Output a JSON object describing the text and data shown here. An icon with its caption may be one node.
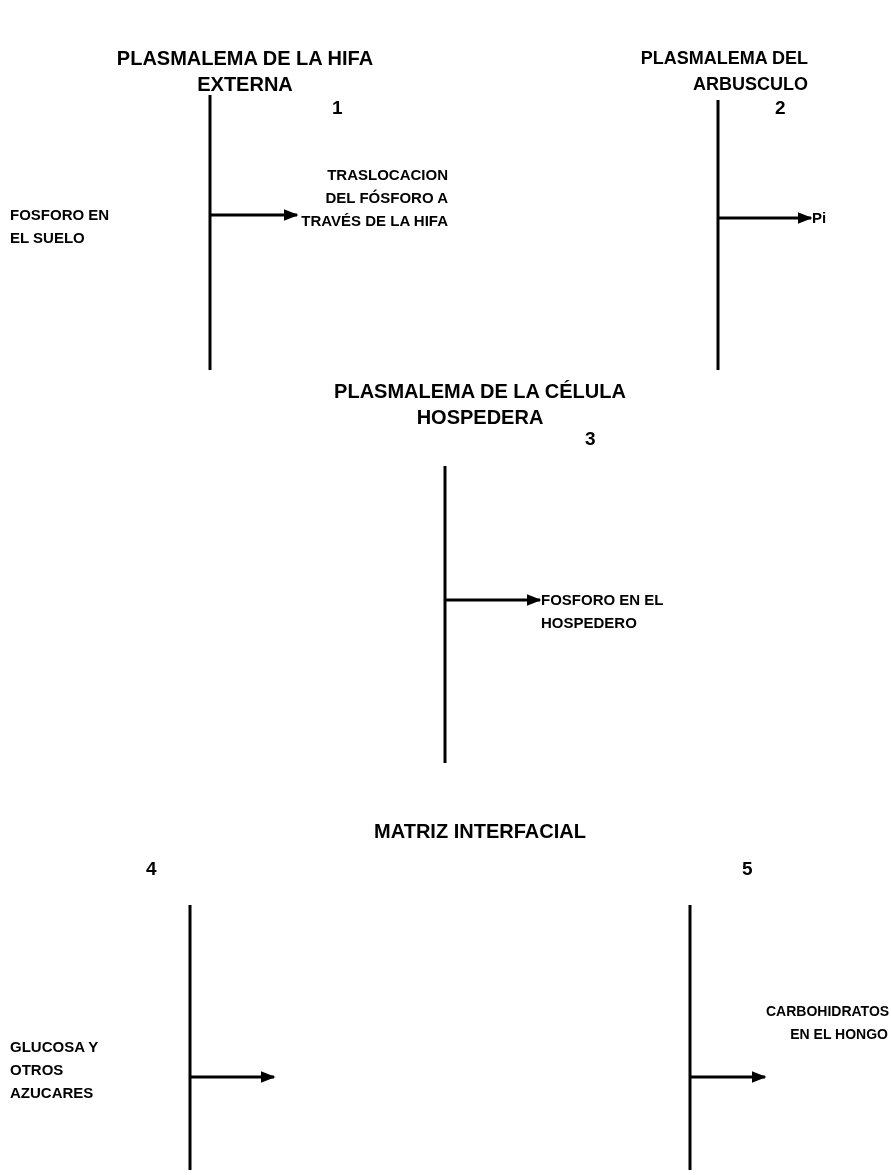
{
  "diagram": {
    "nodes": [
      {
        "text": [
          "PLASMALEMA DE LA HIFA EXTERNA",
          "1"
        ]
      },
      {
        "text": [
          "FOSFORO EN EL SUELO"
        ]
      },
      {
        "text": [
          "TRASLOCACION DEL FÓSFORO A TRAVÉS DE LA HIFA"
        ]
      },
      {
        "text": [
          "PLASMALEMA DEL ARBUSCULO",
          "2"
        ]
      },
      {
        "text": [
          "Pi"
        ]
      },
      {
        "text": [
          "PLASMALEMA DE LA CÉLULA HOSPEDERA",
          "3"
        ]
      },
      {
        "text": [
          "FOSFORO EN EL HOSPEDERO"
        ]
      },
      {
        "text": [
          "4"
        ]
      },
      {
        "text": [
          "GLUCOSA Y OTROS AZUCARES"
        ]
      },
      {
        "text": [
          "5"
        ]
      },
      {
        "text": [
          "CARBOHIDRATOS EN EL HONGO"
        ]
      }
    ],
    "edges": [
      {
        "from": 0,
        "to": 2,
        "arrow": "to"
      },
      {
        "from": 3,
        "to": 4,
        "arrow": "to"
      },
      {
        "from": 5,
        "to": 6,
        "arrow": "to"
      },
      {
        "from": 7,
        "to": null,
        "arrow": "to"
      },
      {
        "from": 9,
        "to": 10,
        "arrow": "to"
      }
    ],
    "labels": [
      "MATRIZ INTERFACIAL"
    ]
  }
}
